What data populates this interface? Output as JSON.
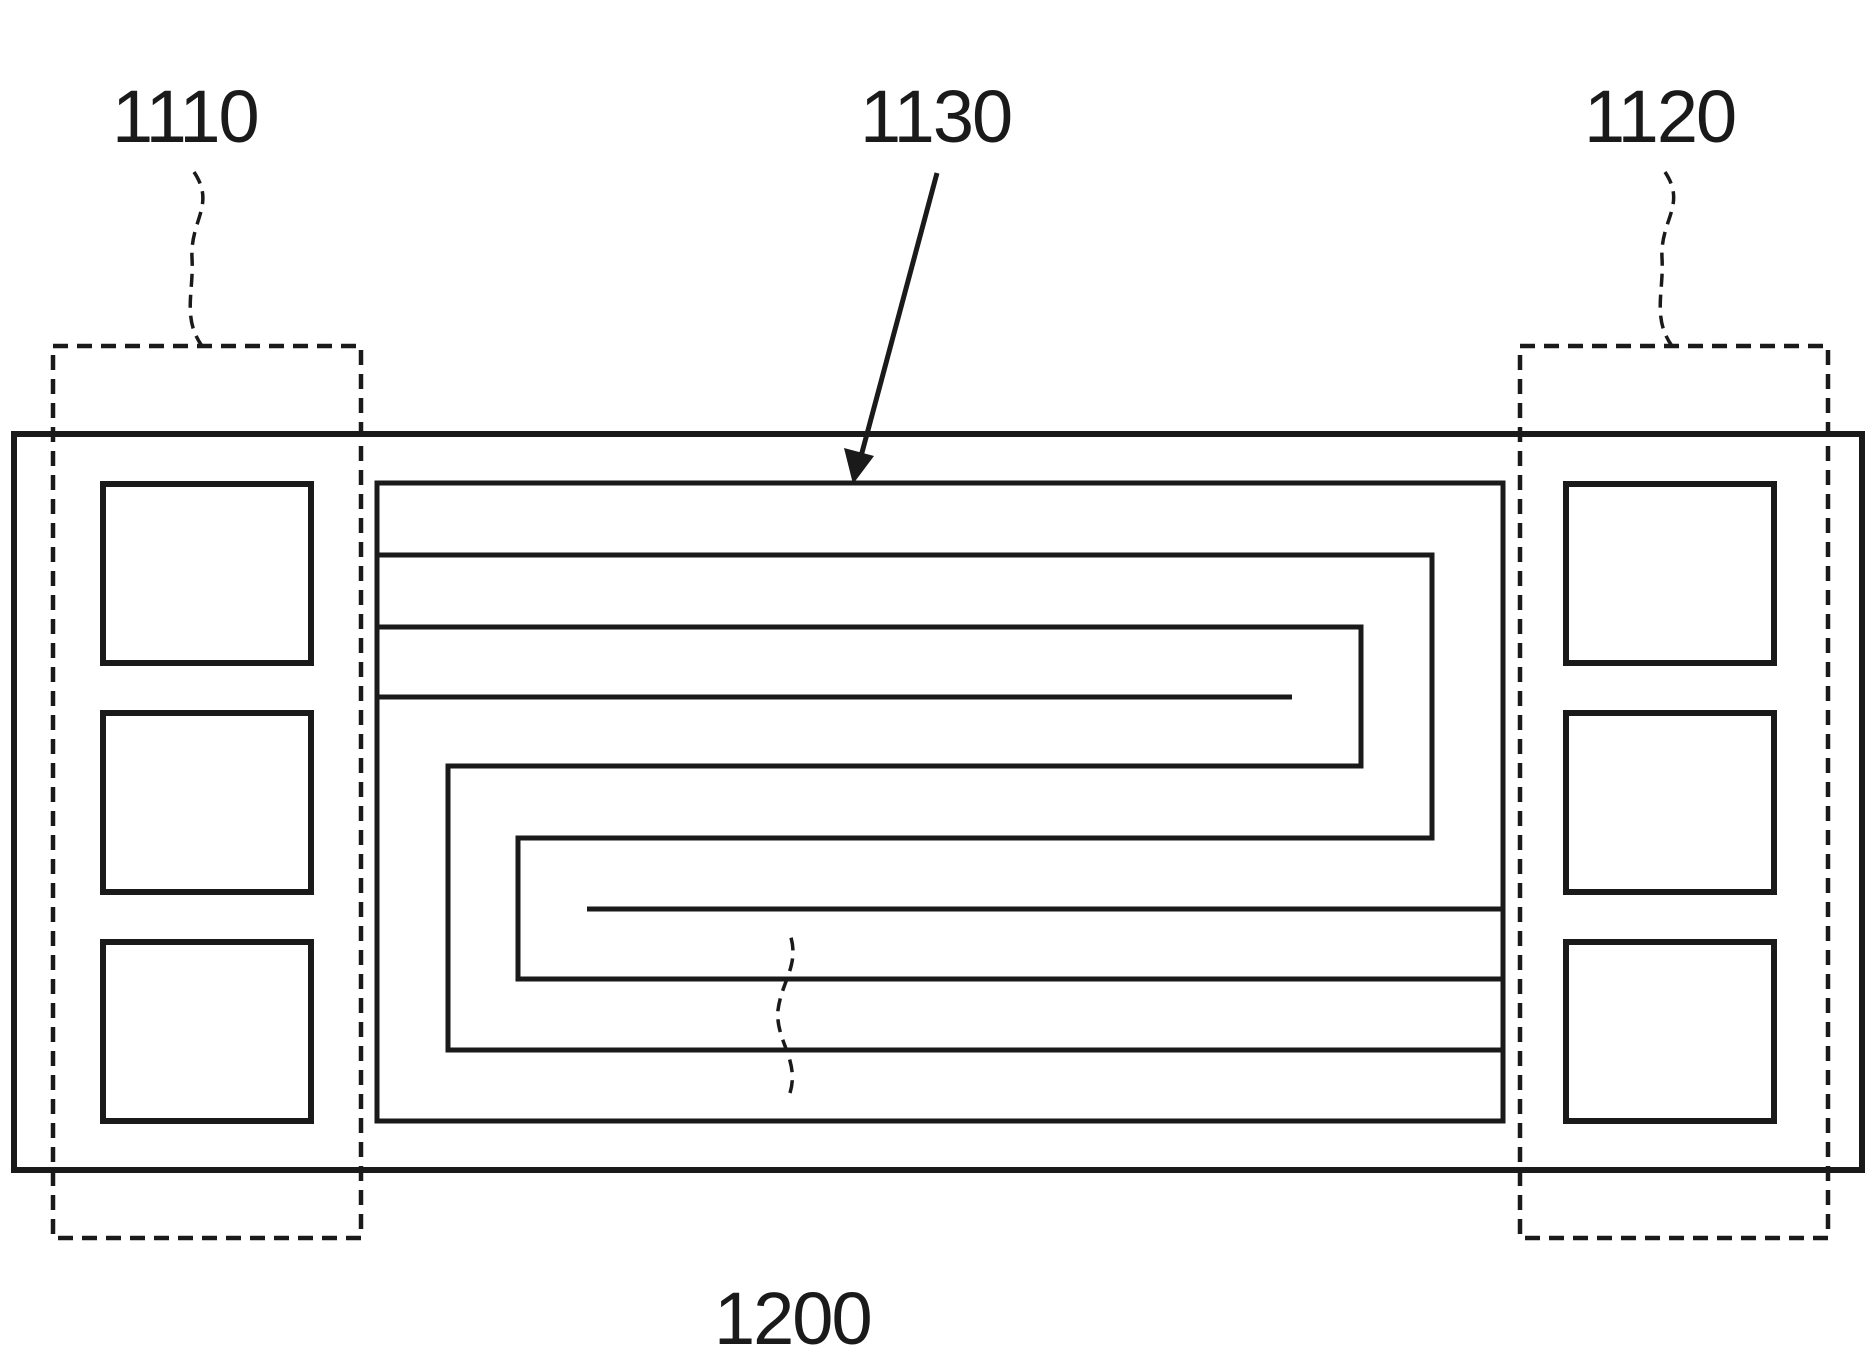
{
  "diagram": {
    "labels": {
      "terminal_left": "1110",
      "terminal_right": "1120",
      "meander_pattern": "1130",
      "substrate": "1200"
    },
    "left_terminal_pads": 3,
    "right_terminal_pads": 3,
    "colors": {
      "line": "#1a1a1a",
      "background": "#ffffff"
    }
  }
}
